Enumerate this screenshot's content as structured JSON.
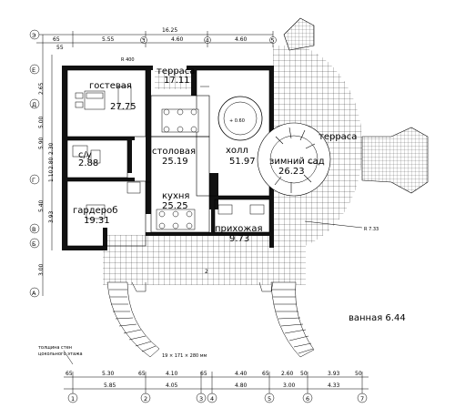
{
  "rooms": [
    {
      "id": "terrace-top",
      "name": "терраса",
      "area": "17.11"
    },
    {
      "id": "guest",
      "name": "гостевая",
      "area": "27.75"
    },
    {
      "id": "bath",
      "name": "с/у",
      "area": "2.88"
    },
    {
      "id": "dining",
      "name": "столовая",
      "area": "25.19"
    },
    {
      "id": "hall",
      "name": "холл",
      "area": "51.97"
    },
    {
      "id": "winter-garden",
      "name": "зимний сад",
      "area": "26.23"
    },
    {
      "id": "terrace-right",
      "name": "терраса",
      "area": ""
    },
    {
      "id": "wardrobe",
      "name": "гардероб",
      "area": "19.31"
    },
    {
      "id": "kitchen",
      "name": "кухня",
      "area": "25.25"
    },
    {
      "id": "entry",
      "name": "прихожая",
      "area": "9.73"
    }
  ],
  "notes": {
    "bath_caption": "ванная 6.44",
    "stair_spec": "19 × 171 × 280 мм",
    "wall_note_line1": "толщина стен",
    "wall_note_line2": "цокольного этажа",
    "radius_top": "R 400",
    "radius_right": "R 7.33",
    "column_mark": "+ 0.60",
    "stair_mark": "2"
  },
  "dimensions": {
    "top_total": "16.25",
    "top_segments": [
      "5.55",
      "4.60",
      "4.60"
    ],
    "bottom_row1": [
      "5.30",
      "4.10",
      "4.40",
      "2.60",
      "3.93"
    ],
    "bottom_row2": [
      "5.85",
      "4.05",
      "4.80",
      "3.00",
      "4.33"
    ],
    "bottom_small": [
      "65",
      "65",
      "65",
      "65",
      "50",
      "50"
    ],
    "left_upper": [
      "2.65",
      "5.00",
      "5.90"
    ],
    "left_lower": [
      "5.40",
      "3.00"
    ],
    "left_inner": [
      "2.30",
      "2.80",
      "1.10",
      "3.93"
    ],
    "top_small": [
      "65",
      "55"
    ]
  },
  "axes": {
    "rows": [
      "Э",
      "Е",
      "Д",
      "Г",
      "В",
      "Б",
      "А"
    ],
    "cols_bottom": [
      "1",
      "2",
      "3",
      "4",
      "5",
      "6",
      "7"
    ],
    "cols_top": [
      "3",
      "4",
      "5"
    ]
  }
}
